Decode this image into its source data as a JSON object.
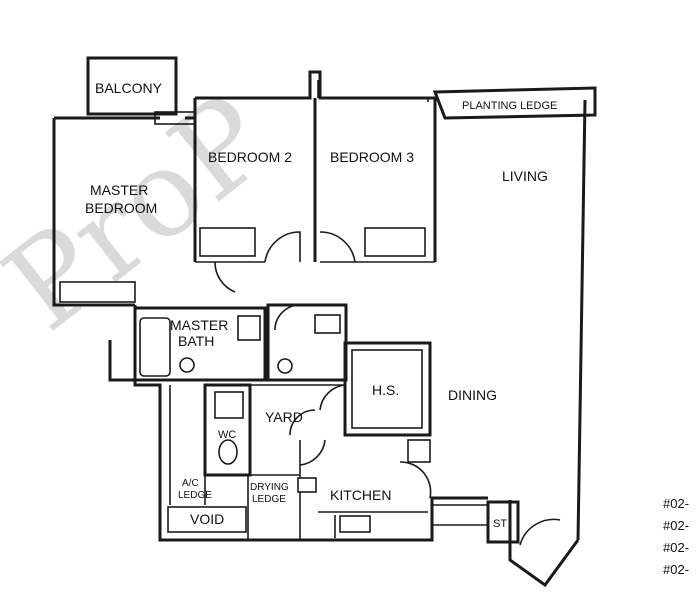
{
  "watermark": "ProP",
  "rooms": {
    "balcony": "BALCONY",
    "bedroom2": "BEDROOM 2",
    "bedroom3": "BEDROOM 3",
    "planting_ledge": "PLANTING LEDGE",
    "master_bedroom_1": "MASTER",
    "master_bedroom_2": "BEDROOM",
    "living": "LIVING",
    "master_bath_1": "MASTER",
    "master_bath_2": "BATH",
    "hs": "H.S.",
    "dining": "DINING",
    "yard": "YARD",
    "wc": "WC",
    "ac_ledge_1": "A/C",
    "ac_ledge_2": "LEDGE",
    "drying_ledge_1": "DRYING",
    "drying_ledge_2": "LEDGE",
    "kitchen": "KITCHEN",
    "void": "VOID",
    "store": "ST"
  },
  "unit_labels": [
    "#02-",
    "#02-",
    "#02-",
    "#02-"
  ]
}
